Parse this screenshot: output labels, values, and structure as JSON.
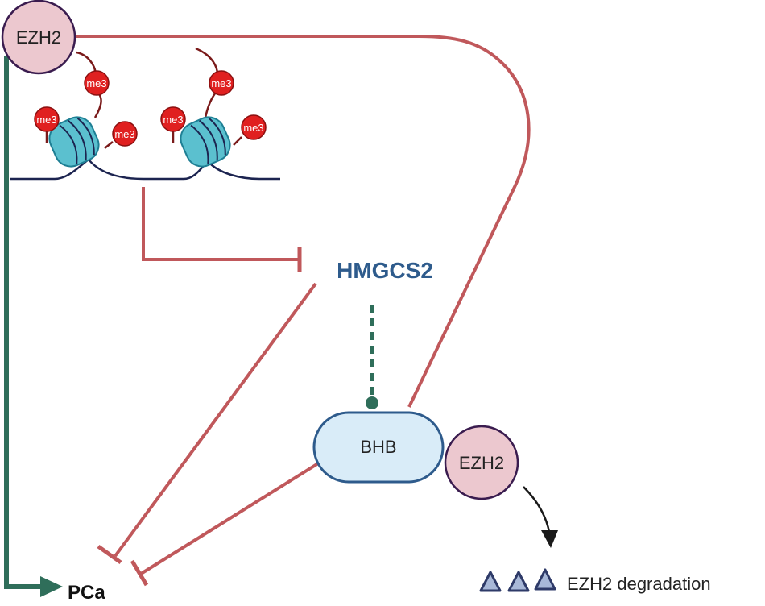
{
  "nodes": {
    "ezh2_top": "EZH2",
    "ezh2_bottom": "EZH2",
    "hmgcs2": "HMGCS2",
    "bhb": "BHB",
    "pca": "PCa"
  },
  "histone_mark": "me3",
  "degradation_label": "EZH2 degradation",
  "colors": {
    "inhibition": "#c0585b",
    "activation": "#2f6e5a",
    "ezh2_fill": "#ecc8cf",
    "ezh2_stroke": "#3a1c4f",
    "bhb_fill": "#d9ecf8",
    "bhb_stroke": "#2e5b8c",
    "nucleosome": "#5bc0cf",
    "me3": "#e02020",
    "gene_text": "#2e5b8c"
  },
  "icons": [
    "nucleosome-icon",
    "methyl-mark-icon",
    "degradation-triangle-icon"
  ]
}
